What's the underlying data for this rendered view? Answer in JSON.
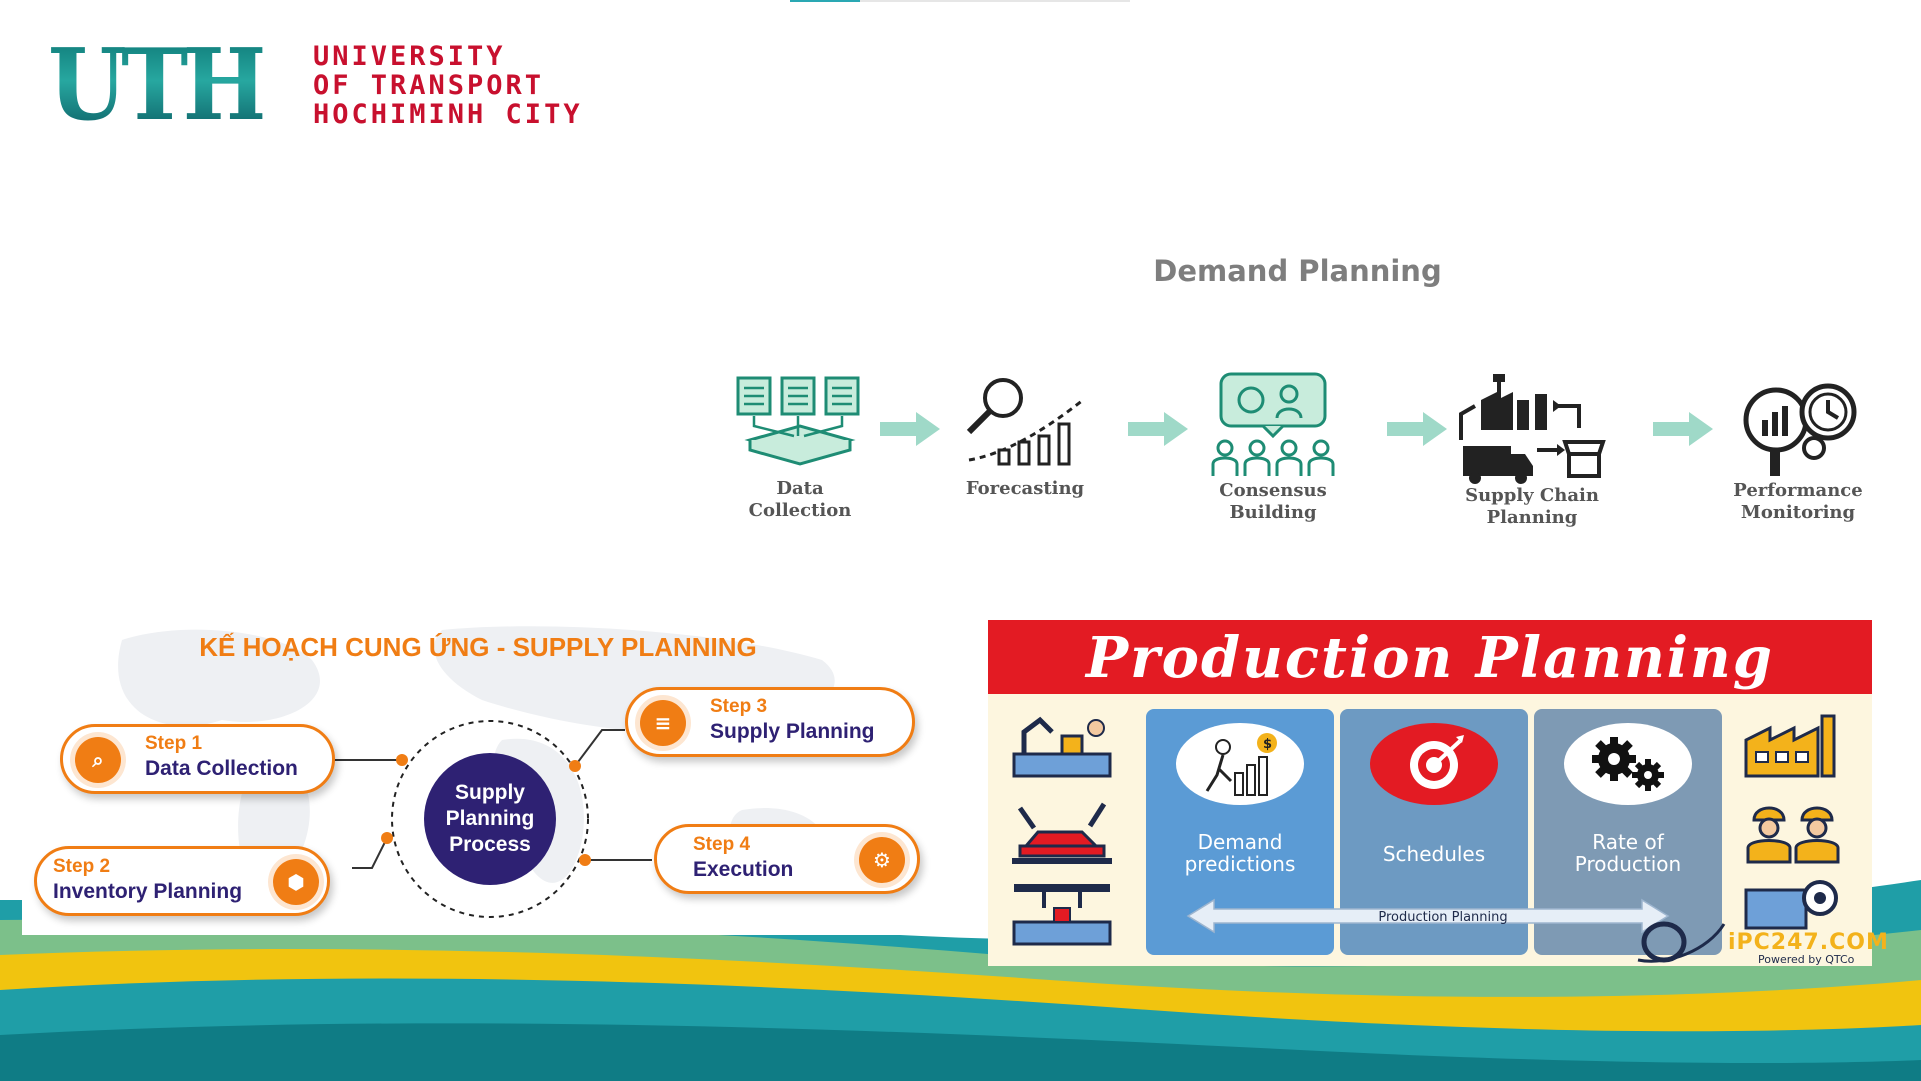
{
  "logo": {
    "mark": "UTH",
    "lines": [
      "UNIVERSITY",
      "OF TRANSPORT",
      "HOCHIMINH CITY"
    ]
  },
  "demand_planning": {
    "title": "Demand Planning",
    "steps": [
      {
        "label_1": "Data",
        "label_2": "Collection",
        "icon": "data-collection-icon"
      },
      {
        "label_1": "Forecasting",
        "label_2": "",
        "icon": "forecasting-icon"
      },
      {
        "label_1": "Consensus",
        "label_2": "Building",
        "icon": "consensus-icon"
      },
      {
        "label_1": "Supply Chain",
        "label_2": "Planning",
        "icon": "supply-chain-icon"
      },
      {
        "label_1": "Performance",
        "label_2": "Monitoring",
        "icon": "monitoring-icon"
      }
    ]
  },
  "supply_planning": {
    "title": "KẾ HOẠCH  CUNG ỨNG - SUPPLY PLANNING",
    "hub": [
      "Supply",
      "Planning",
      "Process"
    ],
    "steps": [
      {
        "step": "Step 1",
        "name": "Data Collection",
        "icon": "search-icon"
      },
      {
        "step": "Step 2",
        "name": "Inventory Planning",
        "icon": "box-icon"
      },
      {
        "step": "Step 3",
        "name": "Supply Planning",
        "icon": "document-icon"
      },
      {
        "step": "Step 4",
        "name": "Execution",
        "icon": "gear-icon"
      }
    ]
  },
  "production_planning": {
    "title": "Production Planning",
    "cards": [
      {
        "line_1": "Demand",
        "line_2": "predictions",
        "icon": "growth-chart-icon"
      },
      {
        "line_1": "Schedules",
        "line_2": "",
        "icon": "target-icon"
      },
      {
        "line_1": "Rate of",
        "line_2": "Production",
        "icon": "gears-icon"
      }
    ],
    "arrow_label": "Production Planning",
    "watermark": "iPC247.COM",
    "watermark_sub": "Powered by QTCo"
  },
  "colors": {
    "teal": "#1e9aa0",
    "red": "#c8102e",
    "orange": "#f07d14",
    "navy": "#2e2173",
    "yellow": "#f3c21b"
  }
}
